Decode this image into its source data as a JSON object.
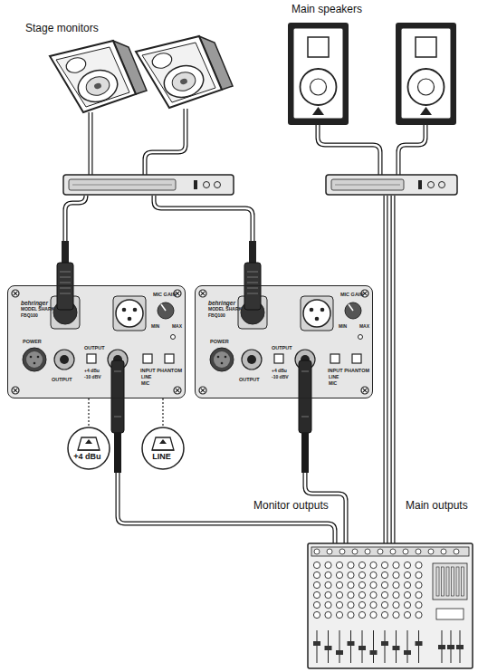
{
  "diagram": {
    "nodes": [
      {
        "text": [
          "behringer",
          "MODEL SHARK",
          "FBQ100",
          "MIC GAIN",
          "MIN",
          "MAX",
          "POWER",
          "OUTPUT",
          "OUTPUT",
          "+4 dBu",
          "-10 dBV",
          "INPUT",
          "PHANTOM",
          "LINE",
          "MIC"
        ]
      },
      {
        "text": [
          "behringer",
          "MODEL SHARK",
          "FBQ100",
          "MIC GAIN",
          "MIN",
          "MAX",
          "POWER",
          "OUTPUT",
          "OUTPUT",
          "+4 dBu",
          "-10 dBV",
          "INPUT",
          "PHANTOM",
          "LINE",
          "MIC"
        ]
      },
      {
        "text": [
          "+4 dBu"
        ]
      },
      {
        "text": [
          "LINE"
        ]
      }
    ],
    "edges": [
      {
        "from": 0,
        "to": 2,
        "arrow": "none"
      },
      {
        "from": 0,
        "to": 3,
        "arrow": "none"
      }
    ],
    "labels": [
      "Stage monitors",
      "Main speakers",
      "Monitor outputs",
      "Main outputs"
    ]
  }
}
